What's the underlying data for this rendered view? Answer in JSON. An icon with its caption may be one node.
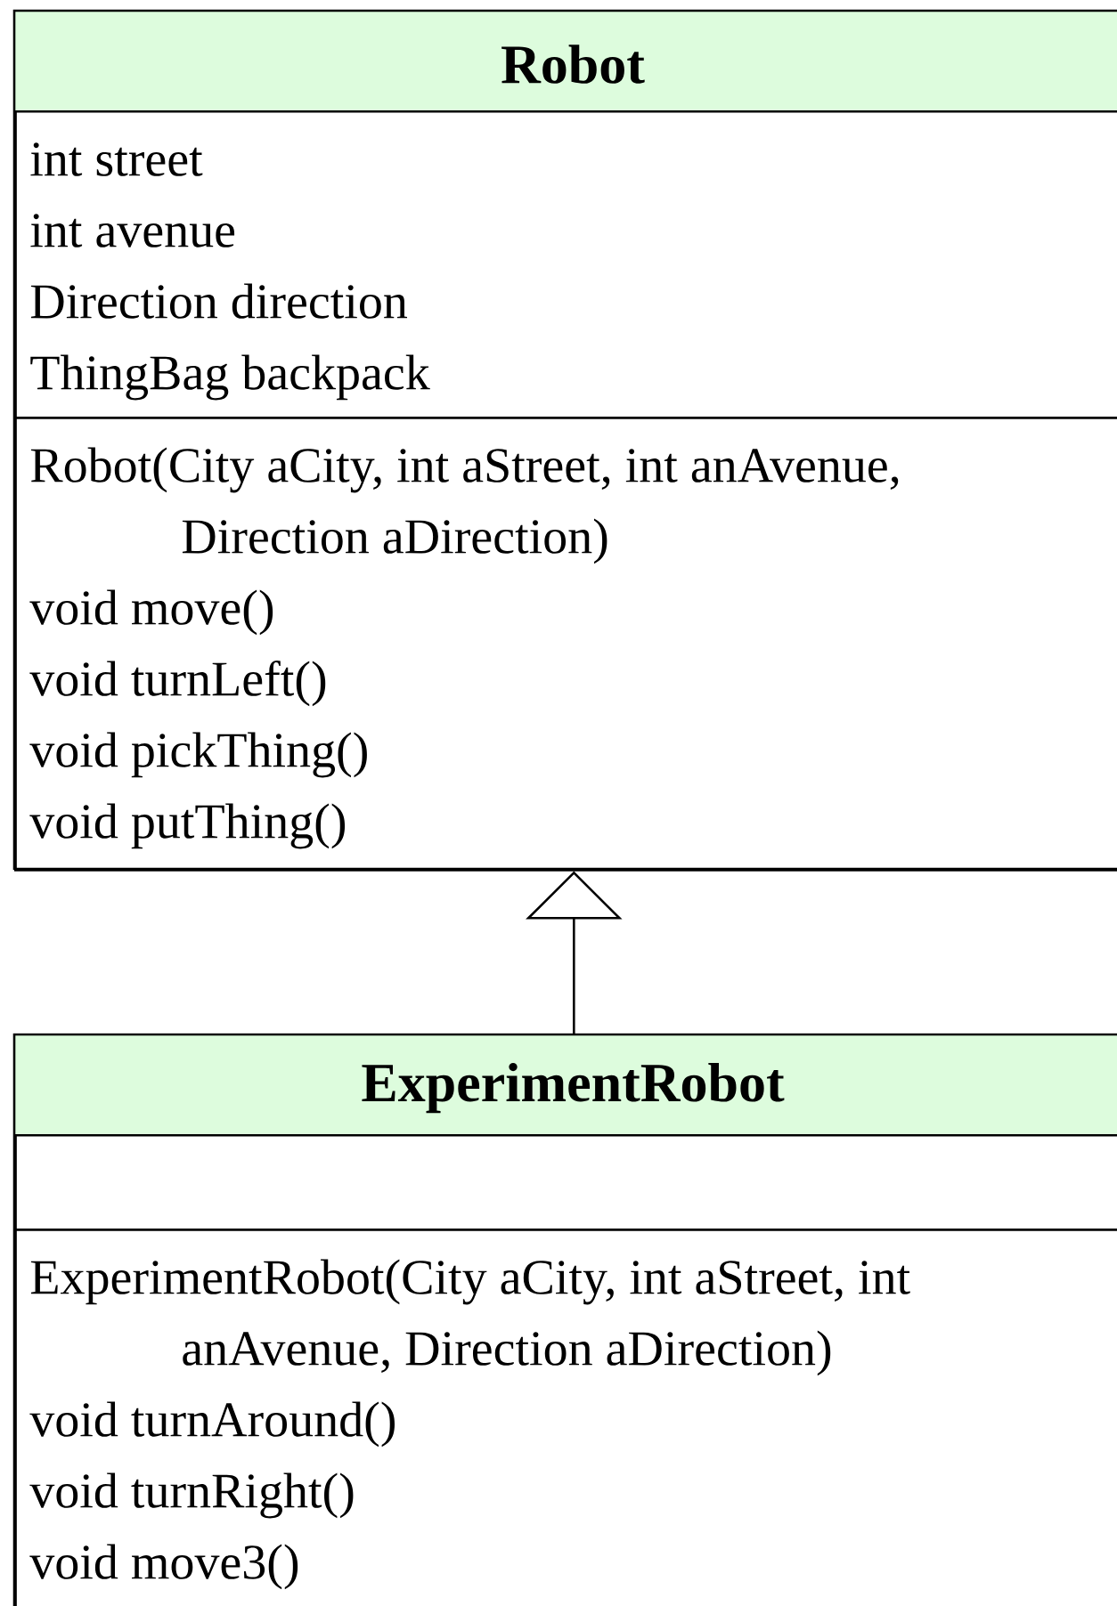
{
  "diagram": {
    "nodes": [
      {
        "text": [
          "Robot"
        ]
      },
      {
        "text": [
          "int street",
          "int avenue",
          "Direction direction",
          "ThingBag backpack"
        ],
        "in": 0
      },
      {
        "text": [
          "Robot(City aCity, int aStreet, int anAvenue, Direction aDirection)",
          "void move()",
          "void turnLeft()",
          "void pickThing()",
          "void putThing()"
        ],
        "in": 0
      },
      {
        "text": [
          "ExperimentRobot"
        ]
      },
      {
        "text": [],
        "shape": "box",
        "in": 3
      },
      {
        "text": [
          "ExperimentRobot(City aCity, int aStreet, int anAvenue, Direction aDirection)",
          "void turnAround()",
          "void turnRight()",
          "void move3()"
        ],
        "in": 3
      }
    ],
    "edges": [
      {
        "from": 3,
        "to": 0,
        "arrow": "to"
      }
    ]
  }
}
